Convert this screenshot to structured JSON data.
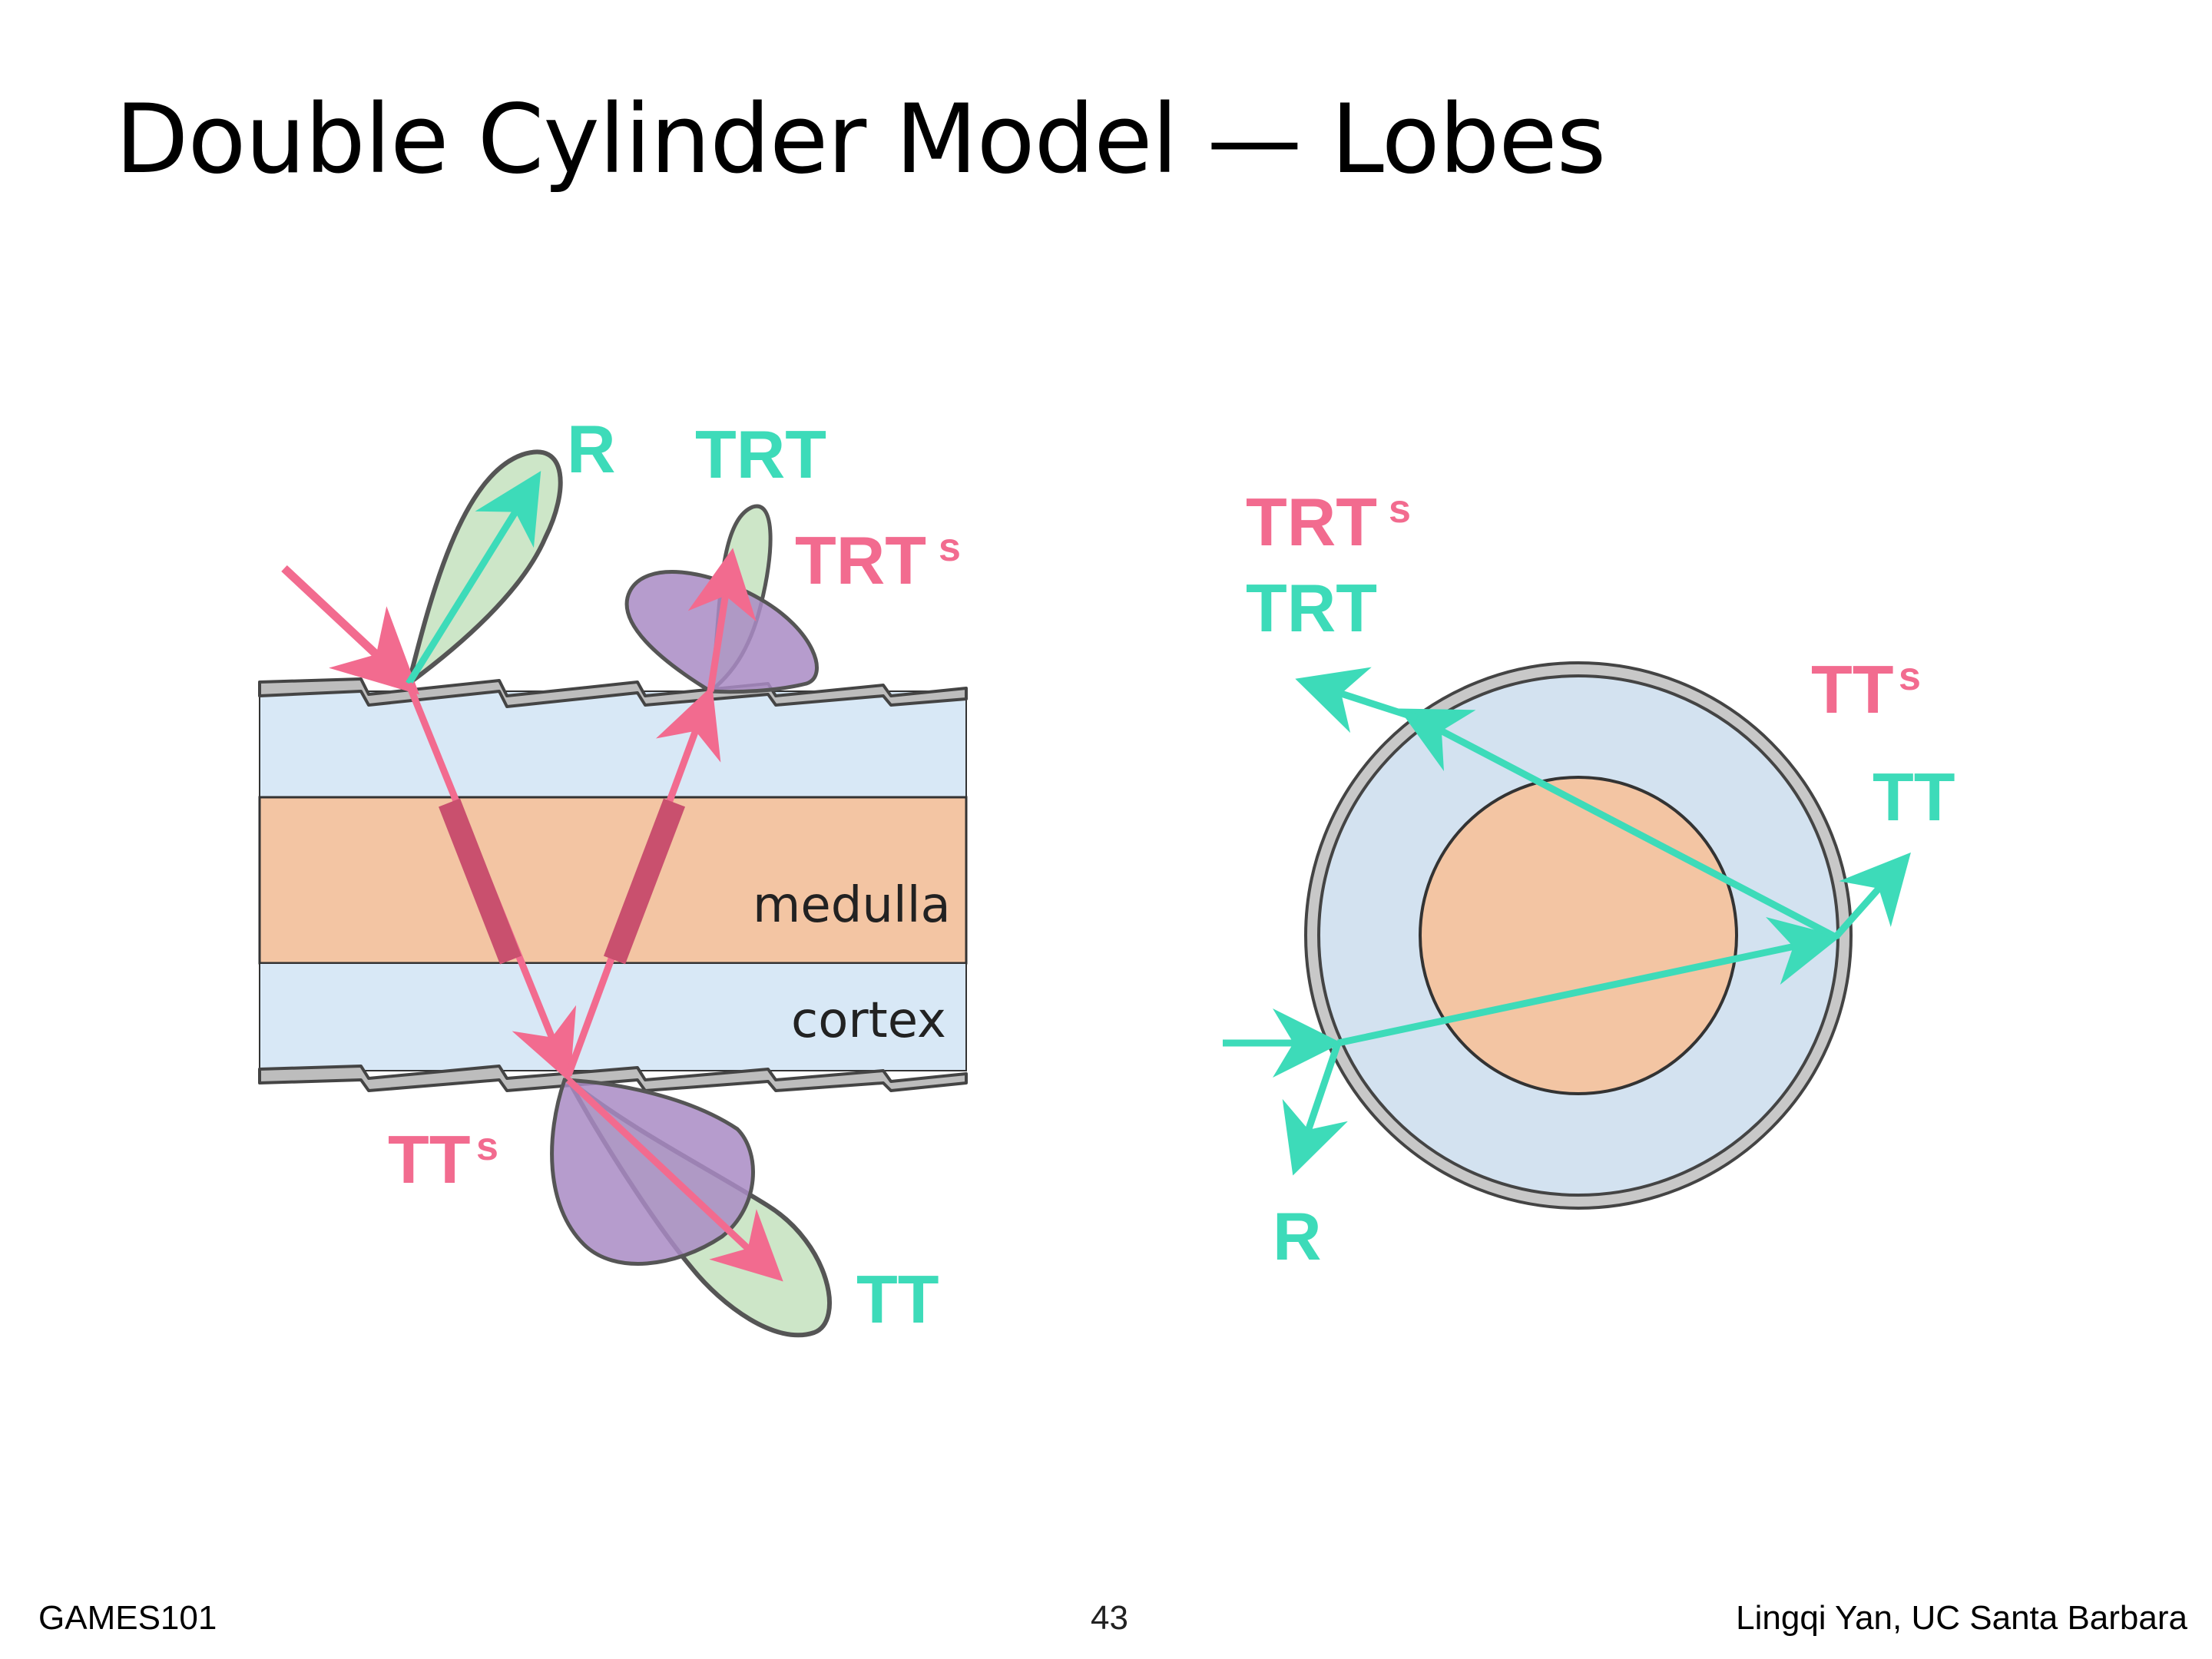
{
  "slide": {
    "title": "Double Cylinder Model — Lobes",
    "footer_left": "GAMES101",
    "page_number": "43",
    "footer_right": "Lingqi Yan, UC Santa Barbara"
  },
  "left_diagram": {
    "labels": {
      "R": "R",
      "TRT": "TRT",
      "TRTs_base": "TRT",
      "TRTs_sub": "s",
      "TTs_base": "TT",
      "TTs_sub": "s",
      "TT": "TT",
      "medulla": "medulla",
      "cortex": "cortex"
    }
  },
  "right_diagram": {
    "labels": {
      "TRTs_base": "TRT",
      "TRTs_sub": "s",
      "TRT": "TRT",
      "TTs_base": "TT",
      "TTs_sub": "s",
      "TT": "TT",
      "R": "R"
    }
  },
  "colors": {
    "teal": "#3ddbb9",
    "pink": "#f26b8f",
    "cortex": "#d8e8f6",
    "medulla": "#f3c5a3",
    "lobe_green": "#cde6c8",
    "lobe_purple": "#a98bc4"
  }
}
